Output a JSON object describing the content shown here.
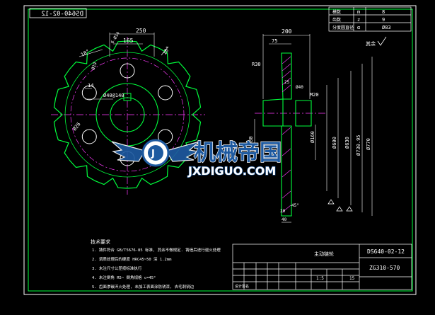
{
  "colors": {
    "background": "#000000",
    "frame": "#ffffff",
    "outline": "#00ff3c",
    "dimension": "#ffffff",
    "center": "#ff3cff",
    "hole": "#ffffff",
    "watermark_blue": "#1e5aa0",
    "watermark_url": "#ffffff"
  },
  "drawing": {
    "mirrored_tag": "DS640-02-12",
    "spec_table": [
      {
        "symbol": "m",
        "value": "8"
      },
      {
        "symbol": "z",
        "value": "9"
      },
      {
        "symbol": "α",
        "value": "Ø83"
      }
    ],
    "spec_headers": [
      "模数",
      "齿数",
      "分度圆直径"
    ],
    "roughness_label": "其余",
    "dims_front": {
      "top_width": "250",
      "inner_width": "165",
      "angle_left": "18°",
      "angle_right": "18°",
      "hole_dia": "Ø26",
      "key_width": "14",
      "hub_dims": "Ø40@140",
      "left_mark": "6-Ø14",
      "inner_small": "Ø19"
    },
    "dims_side": {
      "overall_width": "200",
      "step": "75",
      "r_label": "R30",
      "chamfer": "45°",
      "small_width": "25",
      "bottom_a": "20",
      "bottom_b": "40",
      "d1": "Ø80",
      "d2": "Ø160",
      "d3": "Ø600",
      "d4": "Ø630",
      "d5": "Ø730.95",
      "d6": "Ø770",
      "m20": "M20",
      "hub": "Ø40"
    },
    "notes_title": "技术要求",
    "notes": [
      "1. 铸件符合 GB/T5676-85 标准, 其余不做规定.  铸造后进行退火处理",
      "2. 调质处理后的硬度  HRC45~50 深 1.2mm",
      "3. 未注尺寸公差按标准执行",
      "4. 未注倒角 R5~ 倒角规格 c=45°",
      "5. 齿面渗碳淬火处理, 未加工表面涂防锈漆, 去毛刺锐边"
    ],
    "title_block": {
      "part_name": "主动链轮",
      "drawing_no": "DS640-02-12",
      "material": "ZG310-570",
      "scale": "1:5",
      "sheet": "15",
      "sign_label": "设计签名"
    }
  },
  "watermark": {
    "brand": "机械帝国",
    "url": "JXDIGUO.COM"
  }
}
